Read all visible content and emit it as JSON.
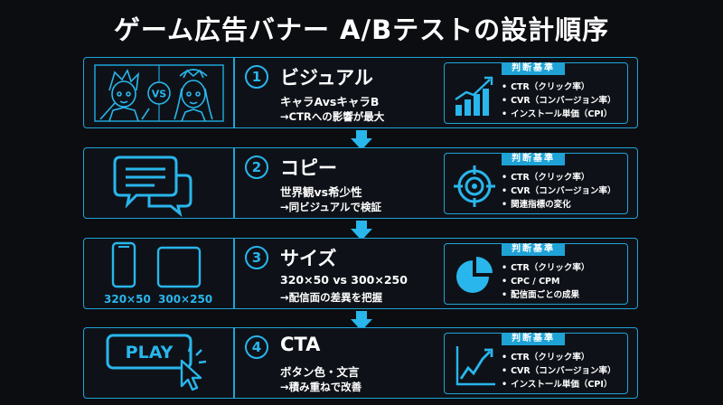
{
  "title": "ゲーム広告バナー A/Bテストの設計順序",
  "criteria_label": "判断基準",
  "steps": [
    {
      "number": "1",
      "heading": "ビジュアル",
      "line1": "キャラAvsキャラB",
      "line2": "→CTRへの影響が最大",
      "illustration": "character-vs-icon",
      "vs_label": "VS",
      "criteria_icon": "bar-chart-up-icon",
      "criteria": [
        "CTR（クリック率）",
        "CVR（コンバージョン率）",
        "インストール単価（CPI）"
      ]
    },
    {
      "number": "2",
      "heading": "コピー",
      "line1": "世界観vs希少性",
      "line2": "→同ビジュアルで検証",
      "illustration": "speech-bubbles-icon",
      "criteria_icon": "target-icon",
      "criteria": [
        "CTR（クリック率）",
        "CVR（コンバージョン率）",
        "関連指標の変化"
      ]
    },
    {
      "number": "3",
      "heading": "サイズ",
      "line1": "320×50 vs 300×250",
      "line2": "→配信面の差異を把握",
      "illustration": "banner-sizes-icon",
      "size_a": "320×50",
      "size_b": "300×250",
      "criteria_icon": "pie-chart-icon",
      "criteria": [
        "CTR（クリック率）",
        "CPC / CPM",
        "配信面ごとの成果"
      ]
    },
    {
      "number": "4",
      "heading": "CTA",
      "line1": "ボタン色・文言",
      "line2": "→積み重ねで改善",
      "illustration": "play-button-icon",
      "play_label": "PLAY",
      "criteria_icon": "line-chart-up-icon",
      "criteria": [
        "CTR（クリック率）",
        "CVR（コンバージョン率）",
        "インストール単価（CPI）"
      ]
    }
  ],
  "colors": {
    "accent": "#1fa3d6",
    "bright": "#29b6ec",
    "background": "#0b0d11"
  }
}
